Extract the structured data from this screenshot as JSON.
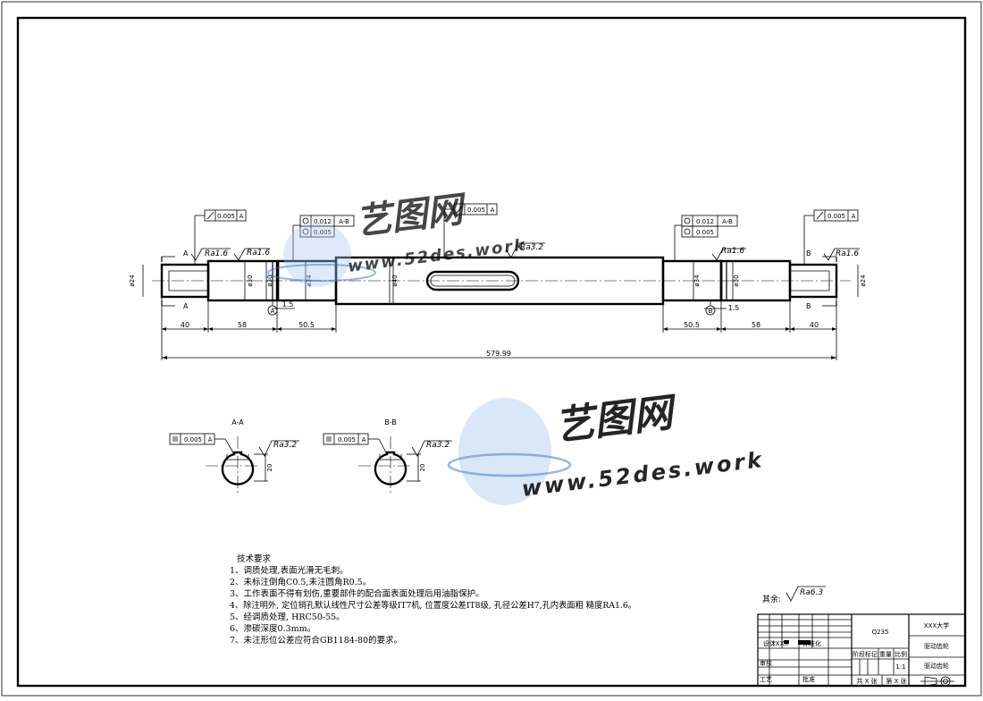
{
  "watermark": {
    "brand": "艺图网",
    "url": "www.52des.work",
    "colors": {
      "blue": "#2f6fd6",
      "light": "#a9c7f2"
    }
  },
  "gdt": {
    "left_runout": {
      "tol": "0.005",
      "datum": "A"
    },
    "left_cyl": {
      "tol": "0.012",
      "datum": "A-B"
    },
    "left_round": {
      "tol": "0.005"
    },
    "mid_runout": {
      "tol": "0.005",
      "datum": "A"
    },
    "right_cyl": {
      "tol": "0.012",
      "datum": "A-B"
    },
    "right_round": {
      "tol": "0.005"
    },
    "right_runout": {
      "tol": "0.005",
      "datum": "A"
    },
    "sym_aa": {
      "tol": "0.005",
      "datum": "A"
    },
    "sym_bb": {
      "tol": "0.005",
      "datum": "A"
    }
  },
  "roughness": {
    "r1": "Ra1.6",
    "r2": "Ra1.6",
    "r3": "Ra3.2",
    "r4": "Ra1.6",
    "r5": "Ra1.6",
    "r6": "Ra3.2",
    "r7": "Ra3.2",
    "rest": "Ra6.3"
  },
  "labels": {
    "sec_a": "A",
    "sec_b": "B",
    "datum_a": "A",
    "datum_b": "B",
    "aa_title": "A-A",
    "bb_title": "B-B",
    "rest_prefix": "其余:"
  },
  "dims": {
    "d40_left": "40",
    "d58_left": "58",
    "d1_5_left": "1.5",
    "d50_5_left": "50.5",
    "d50_5_right": "50.5",
    "d1_5_right": "1.5",
    "d58_right": "58",
    "d40_right": "40",
    "total": "579.99"
  },
  "notes": {
    "title": "技术要求",
    "items": [
      "1、调质处理,表面光滑无毛刺。",
      "2、未标注倒角C0.5,未注圆角R0.5。",
      "3、工作表面不得有划伤,重要部件的配合面表面处理后用油脂保护。",
      "4、除注明外, 定位销孔默认线性尺寸公差等级IT7机, 位置度公差IT8级, 孔径公差H7,孔内表面粗 糙度RA1.6。",
      "5、经调质处理, HRC50-55。",
      "6、渗碳深度0.3mm。",
      "7、未注形位公差应符合GB1184-80的要求。"
    ]
  },
  "title_block": {
    "material": "Q235",
    "university": "XXX大学",
    "part": "驱动齿轮",
    "drawing_no": "驱动齿轮",
    "scale_label": "比例",
    "scale": "1:1",
    "weight_label": "重量",
    "stage_label": "阶段标记",
    "sheet_total": "共 X 张",
    "sheet_no": "第 X 张",
    "design_label": "设计",
    "design_name": "XXXX",
    "std_label": "标准化",
    "review_label": "审核",
    "process_label": "工艺",
    "approve_label": "批准"
  }
}
